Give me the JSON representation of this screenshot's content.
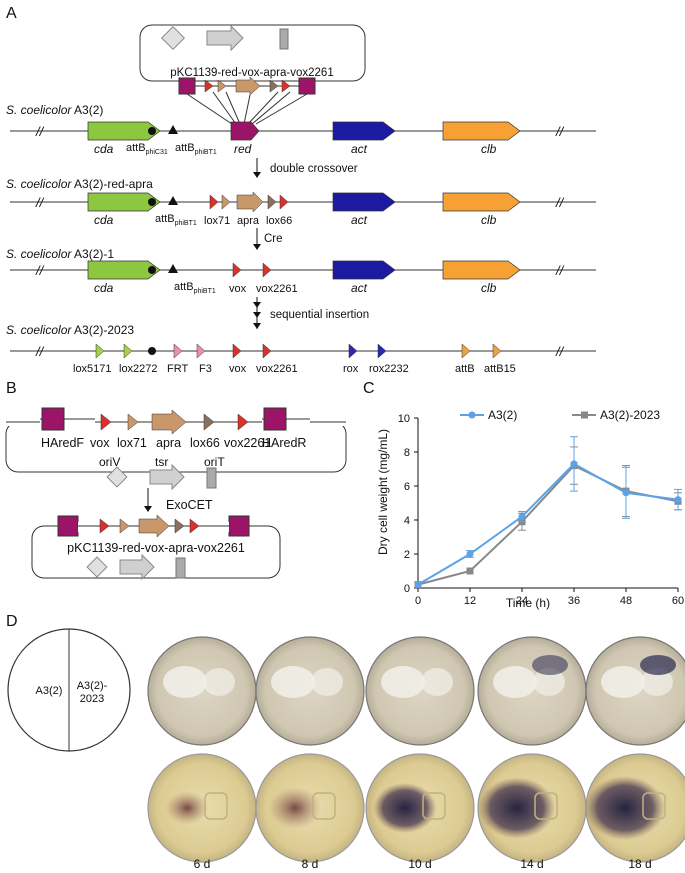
{
  "panel_labels": {
    "a": "A",
    "b": "B",
    "c": "C",
    "d": "D"
  },
  "panel_a": {
    "plasmid_name": "pKC1139-red-vox-apra-vox2261",
    "strains": [
      {
        "prefix": "S. coelicolor",
        "name": "A3(2)"
      },
      {
        "prefix": "S. coelicolor",
        "name": "A3(2)-red-apra"
      },
      {
        "prefix": "S. coelicolor",
        "name": "A3(2)-1"
      },
      {
        "prefix": "S. coelicolor",
        "name": "A3(2)-2023"
      }
    ],
    "steps": [
      "double crossover",
      "Cre",
      "sequential insertion"
    ],
    "labels": {
      "cda": "cda",
      "act": "act",
      "clb": "clb",
      "red": "red",
      "attb": "attB",
      "sub_phic31": "phiC31",
      "sub_phibt1": "phiBT1",
      "lox71": "lox71",
      "apra": "apra",
      "lox66": "lox66",
      "vox": "vox",
      "vox2261": "vox2261",
      "lox5171": "lox5171",
      "lox2272": "lox2272",
      "frt": "FRT",
      "f3": "F3",
      "rox": "rox",
      "rox2232": "rox2232",
      "attB": "attB",
      "attB15": "attB15",
      "break": "//"
    }
  },
  "panel_b": {
    "hared_f": "HAredF",
    "hared_r": "HAredR",
    "top_labels": [
      "vox",
      "lox71",
      "apra",
      "lox66",
      "vox2261"
    ],
    "oriV": "oriV",
    "tsr": "tsr",
    "oriT": "oriT",
    "method": "ExoCET",
    "product": "pKC1139-red-vox-apra-vox2261"
  },
  "chart_data": {
    "type": "line",
    "x": [
      0,
      12,
      24,
      36,
      48,
      60
    ],
    "series": [
      {
        "name": "A3(2)",
        "values": [
          0.2,
          2.0,
          4.2,
          7.3,
          5.6,
          5.2
        ],
        "errors": [
          0.05,
          0.2,
          0.3,
          1.6,
          1.5,
          0.6
        ],
        "color": "#5ba3e6"
      },
      {
        "name": "A3(2)-2023",
        "values": [
          0.2,
          1.0,
          3.9,
          7.2,
          5.7,
          5.1
        ],
        "errors": [
          0.05,
          0.1,
          0.5,
          1.1,
          1.5,
          0.5
        ],
        "color": "#888888"
      }
    ],
    "xlabel": "Time (h)",
    "ylabel": "Dry cell weight (mg/mL)",
    "xticks": [
      0,
      12,
      24,
      36,
      48,
      60
    ],
    "yticks": [
      0,
      2,
      4,
      6,
      8,
      10
    ],
    "xlim": [
      0,
      60
    ],
    "ylim": [
      0,
      10
    ],
    "legend": "top"
  },
  "panel_d": {
    "key_left": "A3(2)",
    "key_right_1": "A3(2)-",
    "key_right_2": "2023",
    "days": [
      "6 d",
      "8 d",
      "10 d",
      "14 d",
      "18 d"
    ]
  },
  "colors": {
    "green": "#8dc63f",
    "navy": "#1c1aa0",
    "orange": "#f7a135",
    "magenta": "#9b1467",
    "tan": "#c8976a",
    "red": "#d9312b",
    "brownish": "#8a7060",
    "pink": "#f08cb4",
    "yellow_green": "#a6d04a",
    "blue_small": "#2a2ab0",
    "orange_small": "#f0a040"
  }
}
